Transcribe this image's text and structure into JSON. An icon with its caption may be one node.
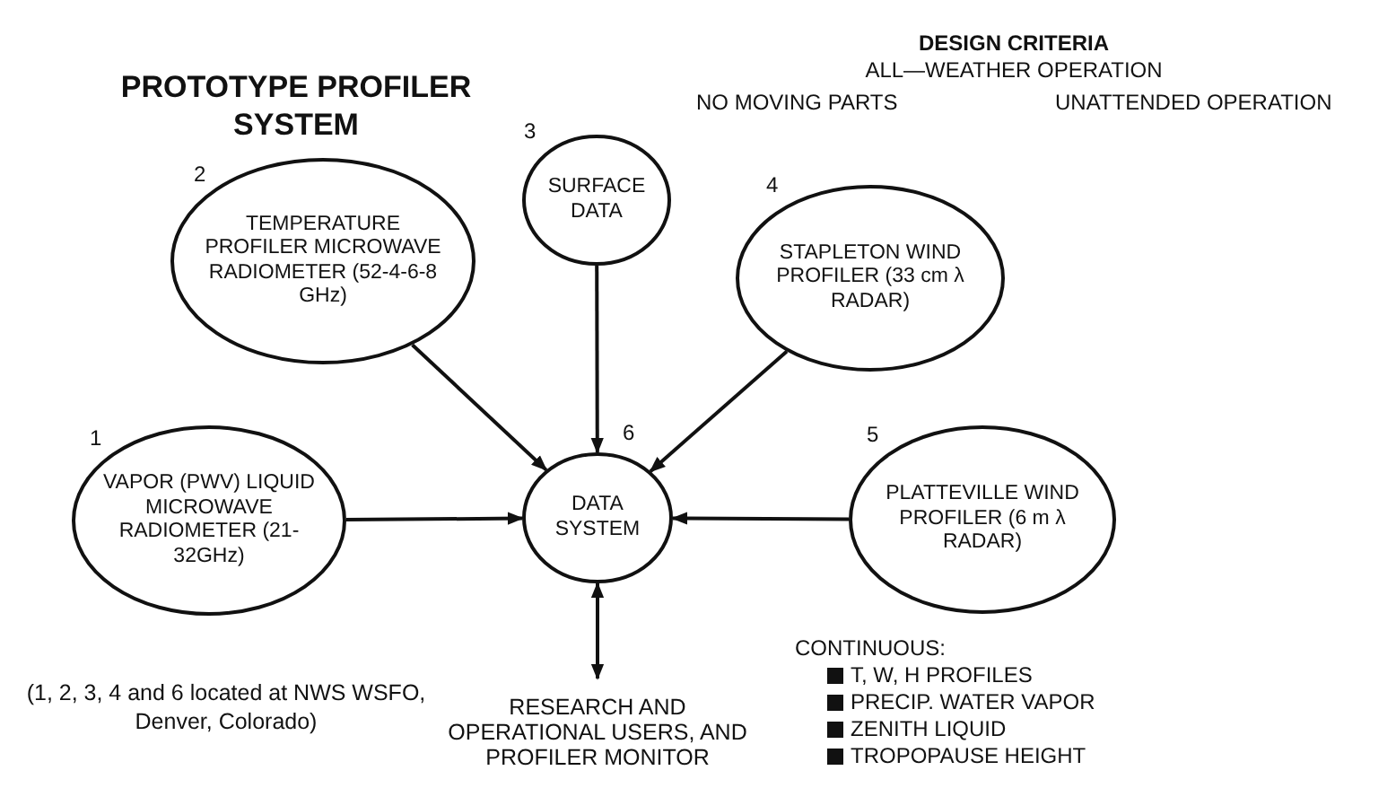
{
  "diagram": {
    "title": "PROTOTYPE PROFILER SYSTEM",
    "nodes": [
      {
        "text": [
          "VAPOR (PWV) LIQUID MICROWAVE RADIOMETER (21-32GHz)"
        ],
        "beside": [
          "1"
        ]
      },
      {
        "text": [
          "TEMPERATURE PROFILER MICROWAVE RADIOMETER (52-4-6-8 GHz)"
        ],
        "beside": [
          "2"
        ]
      },
      {
        "text": [
          "SURFACE DATA"
        ],
        "beside": [
          "3"
        ]
      },
      {
        "text": [
          "STAPLETON WIND PROFILER (33 cm λ RADAR)"
        ],
        "beside": [
          "4"
        ]
      },
      {
        "text": [
          "PLATTEVILLE WIND PROFILER (6 m λ RADAR)"
        ],
        "beside": [
          "5"
        ]
      },
      {
        "text": [
          "DATA SYSTEM"
        ],
        "beside": [
          "6"
        ]
      },
      {
        "text": [
          "RESEARCH AND OPERATIONAL USERS, AND PROFILER MONITOR"
        ]
      }
    ],
    "edges": [
      {
        "from": 0,
        "to": 5,
        "arrow": "to"
      },
      {
        "from": 1,
        "to": 5,
        "arrow": "to"
      },
      {
        "from": 2,
        "to": 5,
        "arrow": "to"
      },
      {
        "from": 3,
        "to": 5,
        "arrow": "to"
      },
      {
        "from": 4,
        "to": 5,
        "arrow": "to"
      },
      {
        "from": 5,
        "to": 6,
        "arrow": "both"
      }
    ],
    "labels": [
      "DESIGN CRITERIA",
      "ALL—WEATHER OPERATION",
      "NO MOVING PARTS",
      "UNATTENDED OPERATION",
      "(1, 2, 3, 4 and 6 located at NWS WSFO, Denver, Colorado)",
      "CONTINUOUS:",
      "T, W, H PROFILES",
      "PRECIP. WATER VAPOR",
      "ZENITH LIQUID",
      "TROPOPAUSE HEIGHT"
    ]
  }
}
